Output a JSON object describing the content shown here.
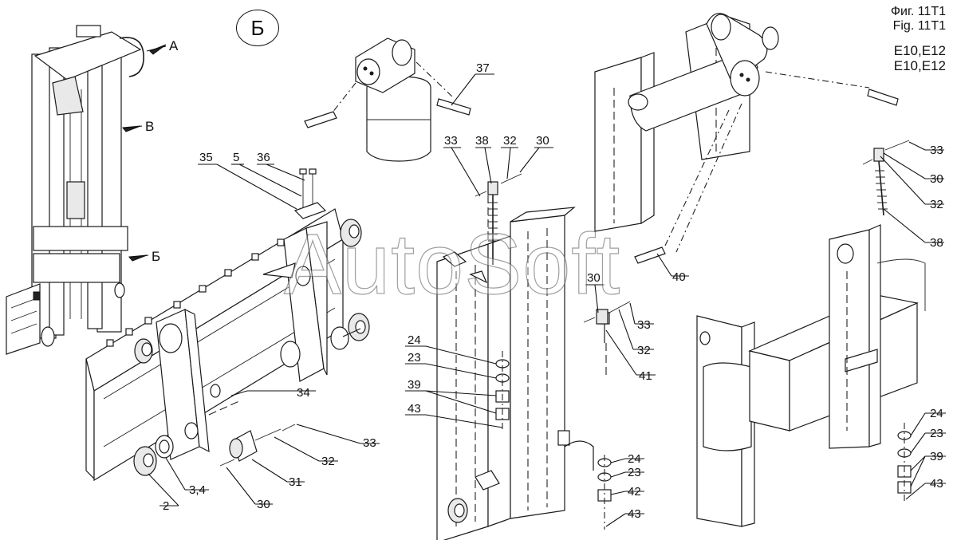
{
  "figure": {
    "title_ru": "Фиг. 11Т1",
    "title_en": "Fig. 11T1",
    "models_ru": "Е10,Е12",
    "models_en": "E10,E12"
  },
  "view_marker": "Б",
  "watermark": "AutoSoft",
  "view_arrows": {
    "a": "A",
    "v": "В",
    "b": "Б"
  },
  "callouts": {
    "c37": "37",
    "c33a": "33",
    "c38a": "38",
    "c32a": "32",
    "c30a": "30",
    "c35": "35",
    "c5": "5",
    "c36": "36",
    "c34": "34",
    "c33b": "33",
    "c32b": "32",
    "c31": "31",
    "c30b": "30",
    "c2": "2",
    "c34b": "3,4",
    "c24a": "24",
    "c23a": "23",
    "c39a": "39",
    "c43a": "43",
    "c30c": "30",
    "c33c": "33",
    "c32c": "32",
    "c41": "41",
    "c40": "40",
    "c24b": "24",
    "c23b": "23",
    "c42": "42",
    "c43b": "43",
    "c33d": "33",
    "c30d": "30",
    "c32d": "32",
    "c38b": "38",
    "c24c": "24",
    "c23c": "23",
    "c39b": "39",
    "c43c": "43"
  }
}
